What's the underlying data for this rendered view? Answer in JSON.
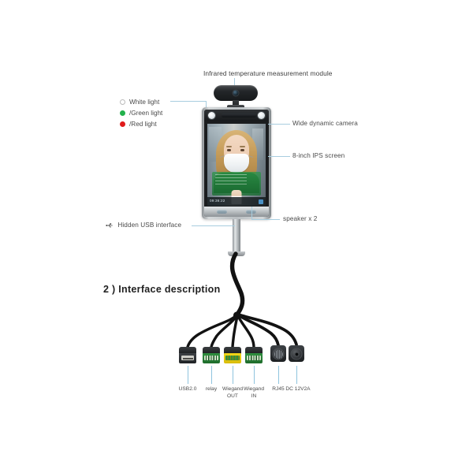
{
  "page": {
    "background": "#ffffff",
    "leader_color": "#a8cddf"
  },
  "section": {
    "number": "2",
    "heading": "2 ) Interface description"
  },
  "callouts": {
    "ir_module": "Infrared temperature measurement module",
    "wide_camera": "Wide dynamic camera",
    "ips_screen": "8-inch IPS screen",
    "speaker": "speaker x 2",
    "hidden_usb": "Hidden USB interface"
  },
  "legend": {
    "items": [
      {
        "label": "White light",
        "color": "#ffffff",
        "style": "hollow"
      },
      {
        "label": "/Green light",
        "color": "#22b14c",
        "style": "filled"
      },
      {
        "label": "/Red light",
        "color": "#e01b1b",
        "style": "filled"
      }
    ]
  },
  "device": {
    "screen": {
      "clock": "09:36:22",
      "subject": "person wearing white face mask",
      "overlay_color": "#1f8a40"
    }
  },
  "interfaces": {
    "items": [
      {
        "label": "USB2.0",
        "label_line2": "",
        "type": "usb-a-port",
        "color": "#3d4145"
      },
      {
        "label": "relay",
        "label_line2": "",
        "type": "terminal-block",
        "color": "#2f8f3f"
      },
      {
        "label": "Wiegand",
        "label_line2": "OUT",
        "type": "terminal-block",
        "color": "#f2d718"
      },
      {
        "label": "Wiegand",
        "label_line2": "IN",
        "type": "terminal-block",
        "color": "#2f8f3f"
      },
      {
        "label": "RJ45",
        "label_line2": "",
        "type": "round-ethernet",
        "color": "#3d4145"
      },
      {
        "label": "DC 12V2A",
        "label_line2": "",
        "type": "dc-barrel-jack",
        "color": "#3d4145"
      }
    ]
  }
}
